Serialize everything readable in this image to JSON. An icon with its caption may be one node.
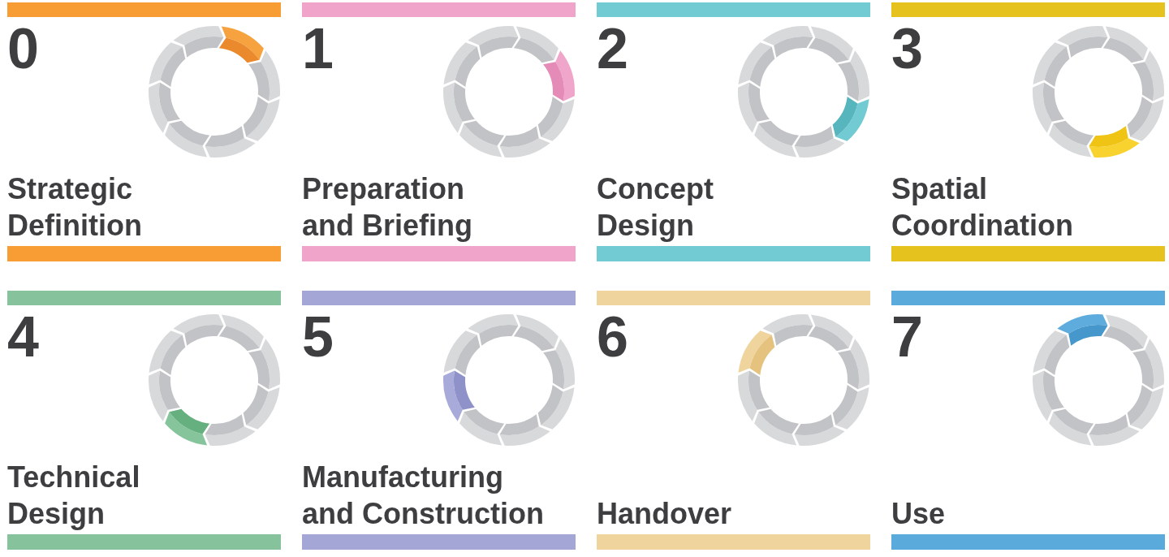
{
  "diagram": {
    "nodes": [
      {
        "text": [
          "0",
          "Strategic Definition"
        ]
      },
      {
        "text": [
          "1",
          "Preparation and Briefing"
        ]
      },
      {
        "text": [
          "2",
          "Concept Design"
        ]
      },
      {
        "text": [
          "3",
          "Spatial Coordination"
        ]
      },
      {
        "text": [
          "4",
          "Technical Design"
        ]
      },
      {
        "text": [
          "5",
          "Manufacturing and Construction"
        ]
      },
      {
        "text": [
          "6",
          "Handover"
        ]
      },
      {
        "text": [
          "7",
          "Use"
        ]
      }
    ]
  }
}
